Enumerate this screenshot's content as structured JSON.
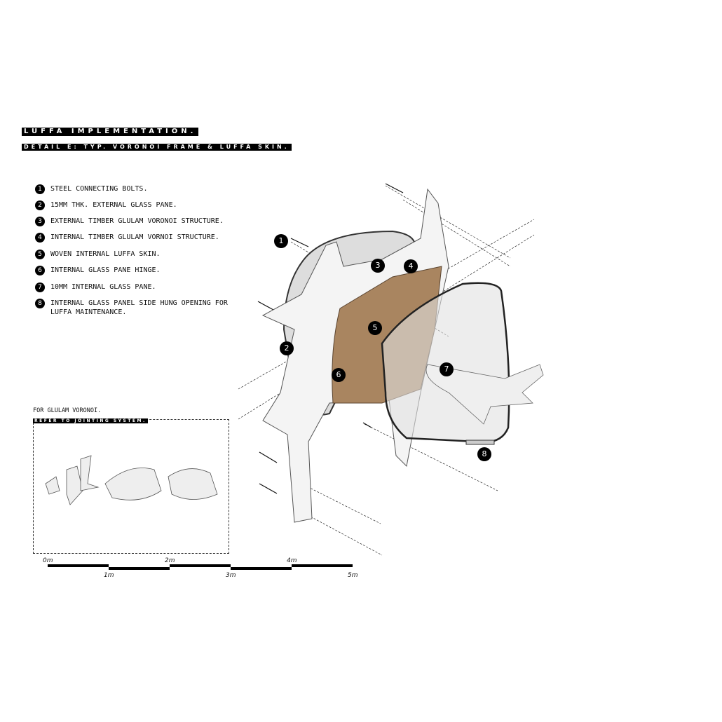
{
  "title": "LUFFA IMPLEMENTATION.",
  "subtitle": "DETAIL E: TYP. VORONOI FRAME & LUFFA SKIN.",
  "legend": [
    {
      "n": "1",
      "text": "STEEL CONNECTING BOLTS."
    },
    {
      "n": "2",
      "text": "15MM THK. EXTERNAL GLASS PANE."
    },
    {
      "n": "3",
      "text": "EXTERNAL TIMBER GLULAM VORONOI STRUCTURE."
    },
    {
      "n": "4",
      "text": "INTERNAL TIMBER GLULAM VORNOI STRUCTURE."
    },
    {
      "n": "5",
      "text": "WOVEN INTERNAL LUFFA SKIN."
    },
    {
      "n": "6",
      "text": "INTERNAL GLASS PANE HINGE."
    },
    {
      "n": "7",
      "text": "10MM INTERNAL GLASS PANE."
    },
    {
      "n": "8",
      "text": "INTERNAL GLASS PANEL SIDE HUNG OPENING FOR LUFFA MAINTENANCE."
    }
  ],
  "inset": {
    "note": "FOR GLULAM VORONOI.",
    "label": "REFER TO JOINTING SYSTEM."
  },
  "scale": {
    "labels": [
      "0m",
      "1m",
      "2m",
      "3m",
      "4m",
      "5m"
    ]
  },
  "colors": {
    "luffa": "#a98560",
    "accent": "#000000"
  }
}
